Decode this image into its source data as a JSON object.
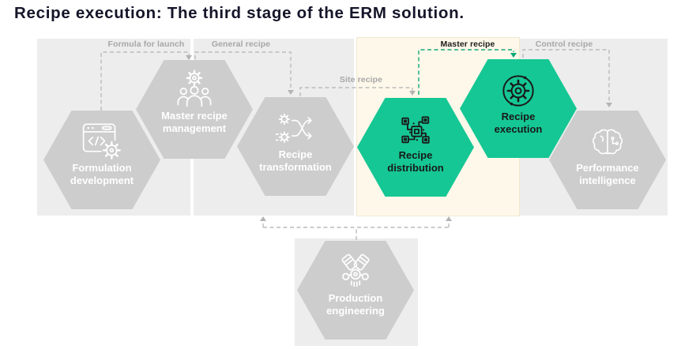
{
  "title": "Recipe execution: The third stage of the ERM solution.",
  "diagram": {
    "flow_labels": [
      {
        "id": "formula-for-launch",
        "text": "Formula for launch"
      },
      {
        "id": "general-recipe",
        "text": "General recipe"
      },
      {
        "id": "site-recipe",
        "text": "Site recipe"
      },
      {
        "id": "master-recipe",
        "text": "Master recipe"
      },
      {
        "id": "control-recipe",
        "text": "Control recipe"
      }
    ],
    "stages": [
      {
        "label": "Formulation development",
        "icon": "code-window-icon",
        "highlighted": false
      },
      {
        "label": "Master recipe management",
        "icon": "team-gear-icon",
        "highlighted": false
      },
      {
        "label": "Recipe transformation",
        "icon": "gears-shuffle-icon",
        "highlighted": false
      },
      {
        "label": "Recipe distribution",
        "icon": "network-chip-icon",
        "highlighted": true
      },
      {
        "label": "Recipe execution",
        "icon": "gear-circle-icon",
        "highlighted": true
      },
      {
        "label": "Performance intelligence",
        "icon": "brain-icon",
        "highlighted": false
      },
      {
        "label": "Production engineering",
        "icon": "engine-icon",
        "highlighted": false
      }
    ],
    "colors": {
      "highlight_teal": "#15c794",
      "inactive_gray": "#cdcdcd",
      "panel_gray": "#ededed",
      "highlight_panel_cream": "#fdf8e9",
      "flow_line_gray": "#bcbcbc",
      "flow_line_green": "#14a87c",
      "dark_text": "#191919"
    }
  }
}
